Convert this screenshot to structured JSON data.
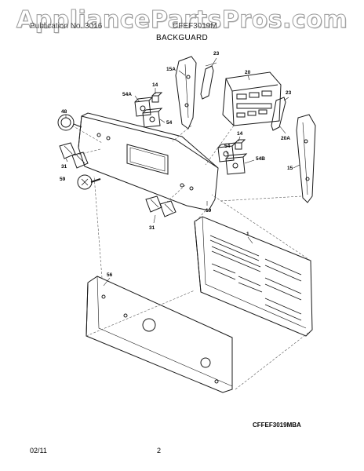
{
  "watermark": "AppliancePartsPros.com",
  "header": {
    "left": "Publication No. 3016",
    "model": "CFEF3019M",
    "section": "BACKGUARD"
  },
  "parts": {
    "p23a": "23",
    "p15a": "15A",
    "p20": "20",
    "p14a": "14",
    "p54a_top": "54A",
    "p54_top": "54",
    "p23b": "23",
    "p20a": "20A",
    "p48": "48",
    "p31a": "31",
    "p59": "59",
    "p14b": "14",
    "p54_mid": "54",
    "p54b": "54B",
    "p15": "15",
    "p19": "19",
    "p31b": "31",
    "p1": "1",
    "p56": "56"
  },
  "ref_code": "CFFEF3019MBA",
  "footer": {
    "date": "02/11",
    "page": "2"
  },
  "colors": {
    "line": "#1a1a1a",
    "leader": "#555555",
    "watermark_outline": "#9a9a9a"
  }
}
